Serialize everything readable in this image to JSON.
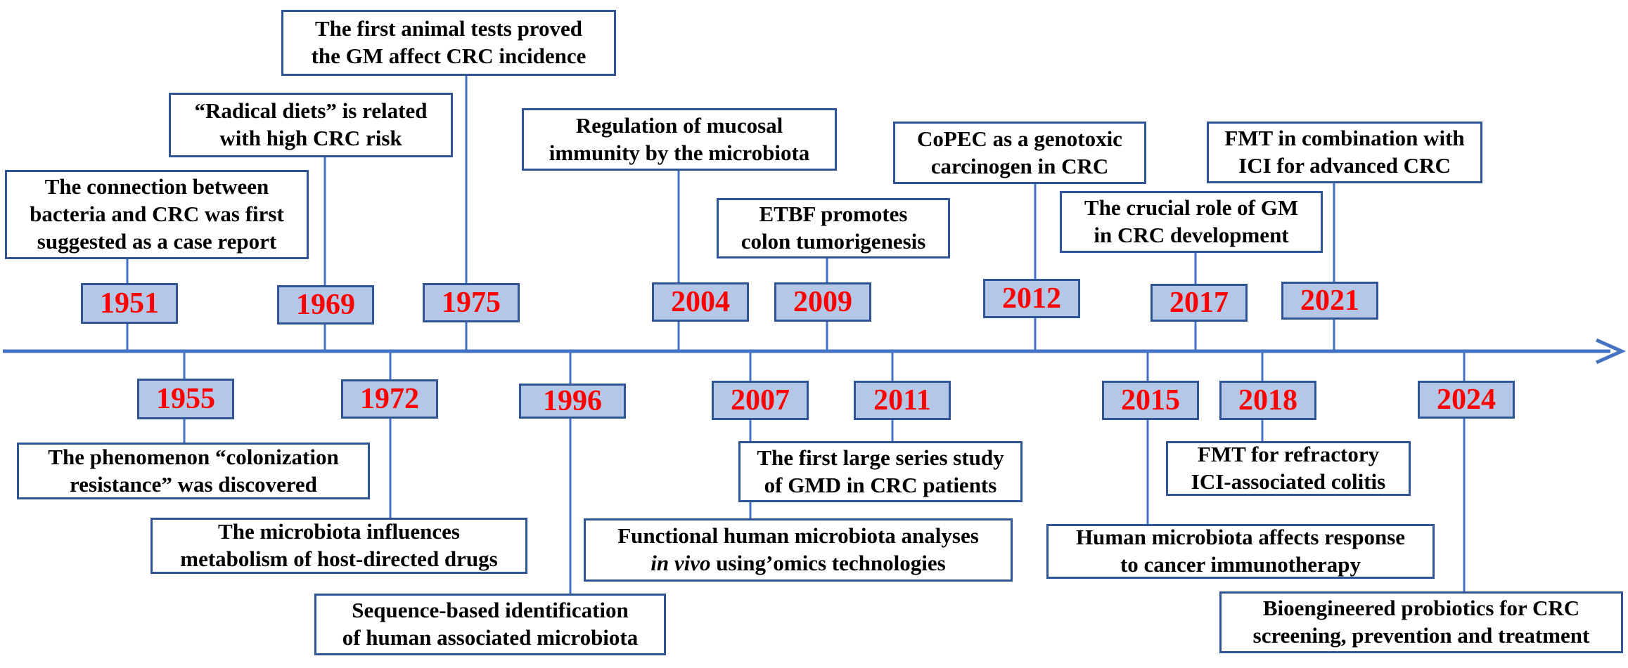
{
  "colors": {
    "axis": "#4472c4",
    "connector": "#4472c4",
    "box_border": "#2f5597",
    "year_fill": "#b4c7e7",
    "year_text": "#ff0000",
    "event_text": "#000000"
  },
  "milestones": [
    {
      "year": "1951",
      "lines": [
        "The connection between",
        "bacteria and CRC was first",
        "suggested as a case report"
      ]
    },
    {
      "year": "1955",
      "lines": [
        "The phenomenon “colonization",
        "resistance” was discovered"
      ]
    },
    {
      "year": "1969",
      "lines": [
        "“Radical diets” is related",
        "with high CRC risk"
      ]
    },
    {
      "year": "1972",
      "lines": [
        "The microbiota influences",
        "metabolism of host-directed drugs"
      ]
    },
    {
      "year": "1975",
      "lines": [
        "The first animal tests proved",
        "the GM affect CRC incidence"
      ]
    },
    {
      "year": "1996",
      "lines": [
        "Sequence-based identification",
        "of human associated microbiota"
      ]
    },
    {
      "year": "2004",
      "lines": [
        "Regulation of mucosal",
        "immunity by the microbiota"
      ]
    },
    {
      "year": "2007",
      "lines": [
        "Functional human microbiota analyses",
        "in vivo using’omics technologies"
      ]
    },
    {
      "year": "2009",
      "lines": [
        "ETBF promotes",
        "colon tumorigenesis"
      ]
    },
    {
      "year": "2011",
      "lines": [
        "The first large series study",
        "of GMD in CRC patients"
      ]
    },
    {
      "year": "2012",
      "lines": [
        "CoPEC as a genotoxic",
        "carcinogen in CRC"
      ]
    },
    {
      "year": "2015",
      "lines": [
        "Human microbiota affects response",
        "to cancer immunotherapy"
      ]
    },
    {
      "year": "2017",
      "lines": [
        "The crucial role of GM",
        "in CRC development"
      ]
    },
    {
      "year": "2018",
      "lines": [
        "FMT for refractory",
        "ICI-associated colitis"
      ]
    },
    {
      "year": "2021",
      "lines": [
        "FMT in combination with",
        "ICI for advanced CRC"
      ]
    },
    {
      "year": "2024",
      "lines": [
        "Bioengineered probiotics for CRC",
        "screening, prevention and treatment"
      ]
    }
  ]
}
